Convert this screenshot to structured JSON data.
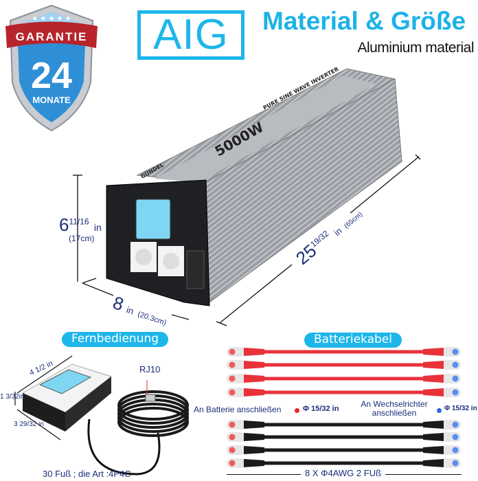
{
  "badge": {
    "ribbon": "GARANTIE",
    "number": "24",
    "unit": "MONATE"
  },
  "brand_logo": "AIG",
  "header": {
    "title": "Material & Größe",
    "subtitle": "Aluminium material"
  },
  "inverter": {
    "label_power": "5000W",
    "label_type": "PURE SINE WAVE INVERTER",
    "brand": "GÜNDEL",
    "height": {
      "value": "6",
      "fraction": "11/16",
      "unit": "in",
      "metric": "(17cm)"
    },
    "width": {
      "value": "8",
      "unit": "in",
      "metric": "(20.3cm)"
    },
    "length": {
      "value": "25",
      "fraction": "19/32",
      "unit": "in",
      "metric": "(65cm)"
    }
  },
  "remote": {
    "title": "Fernbedienung",
    "connector": "RJ10",
    "width": "4 1/2 in",
    "height": "1 3/32in",
    "depth": "3 29/32 in",
    "cable_info": "30 Fuß ; die Art :4P4C"
  },
  "cables": {
    "title": "Batteriekabel",
    "battery_label": "An Batterie anschließen",
    "battery_size": "Φ 15/32 in",
    "inverter_label_line1": "An Wechselrichter",
    "inverter_label_line2": "anschließen",
    "inverter_size": "Φ 15/32 in",
    "spec": "8 X Φ4AWG 2 FUß",
    "red_count": 4,
    "black_count": 4
  },
  "colors": {
    "accent": "#1eb6ea",
    "text": "#1a2d7a",
    "red_cable": "#e8323a",
    "black_cable": "#1b1b1b",
    "terminal_red": "#f05a5a",
    "terminal_blue": "#5a8ef0"
  }
}
